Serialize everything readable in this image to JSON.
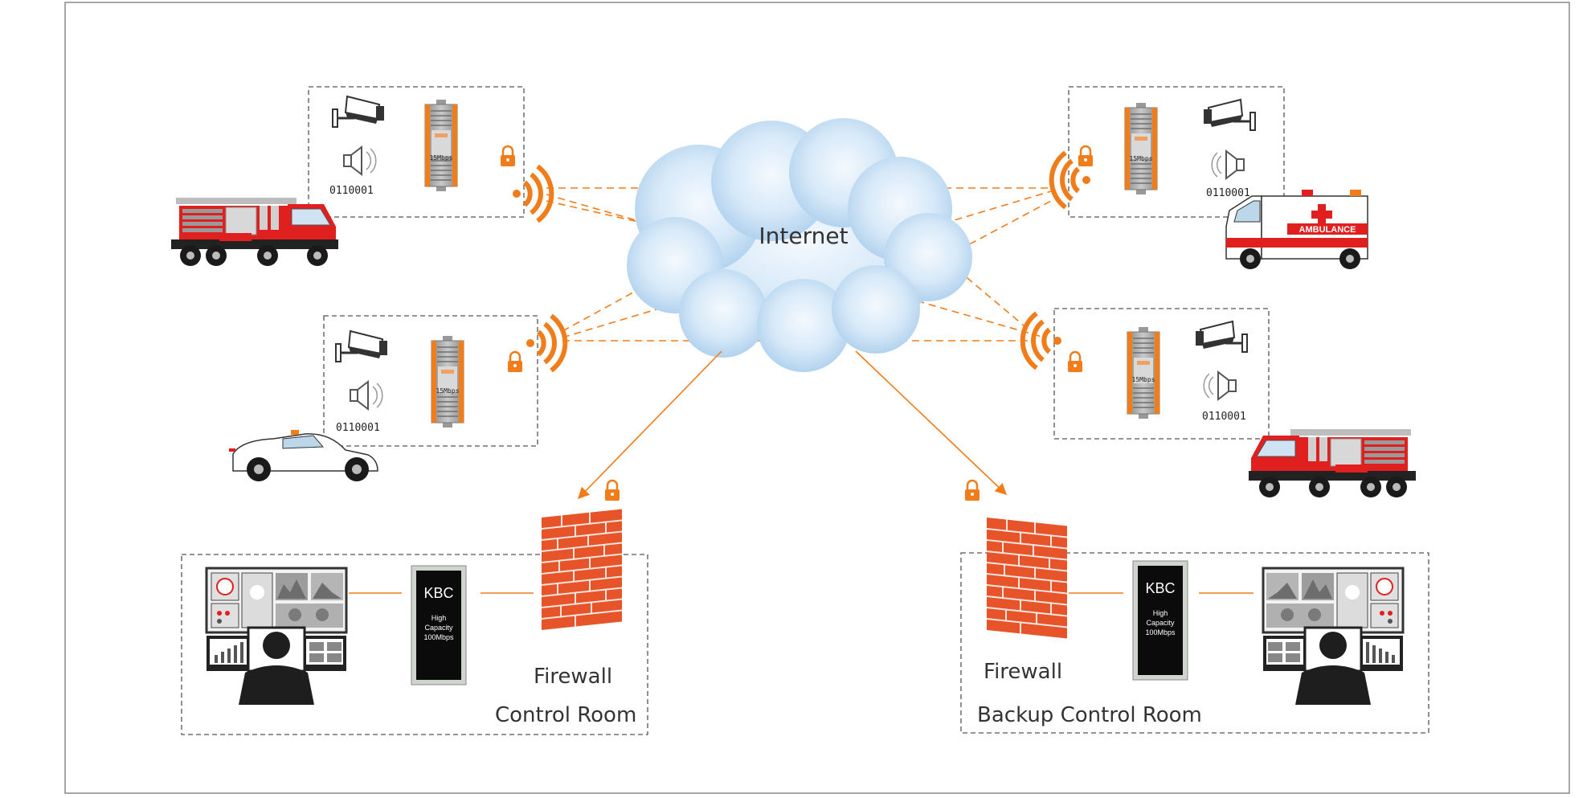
{
  "cloud_label": "Internet",
  "remote_units": [
    {
      "id": "tl",
      "binary": "0110001",
      "modem_speed": "15Mbps",
      "vehicle": "fire-truck"
    },
    {
      "id": "ml",
      "binary": "0110001",
      "modem_speed": "15Mbps",
      "vehicle": "police-car"
    },
    {
      "id": "tr",
      "binary": "0110001",
      "modem_speed": "15Mbps",
      "vehicle": "ambulance",
      "vehicle_label": "AMBULANCE"
    },
    {
      "id": "mr",
      "binary": "0110001",
      "modem_speed": "15Mbps",
      "vehicle": "fire-truck"
    }
  ],
  "control_rooms": [
    {
      "id": "main",
      "title": "Control Room",
      "firewall_label": "Firewall",
      "server_brand": "KBC",
      "server_line1": "High",
      "server_line2": "Capacity",
      "server_line3": "100Mbps"
    },
    {
      "id": "backup",
      "title": "Backup Control Room",
      "firewall_label": "Firewall",
      "server_brand": "KBC",
      "server_line1": "High",
      "server_line2": "Capacity",
      "server_line3": "100Mbps"
    }
  ],
  "colors": {
    "accent": "#f07d1a",
    "firewall": "#e8542a",
    "cloud_light": "#e3f0fb",
    "cloud_dark": "#a9cdec",
    "truck_red": "#e01f1f",
    "frame": "#555555"
  }
}
